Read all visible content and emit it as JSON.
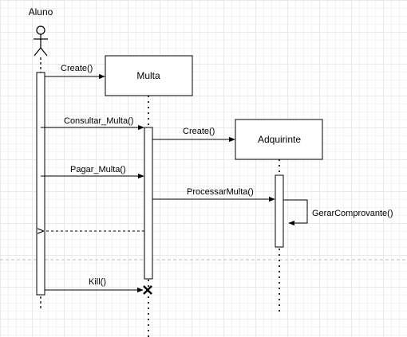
{
  "diagram": {
    "actor": {
      "name": "Aluno"
    },
    "participants": [
      {
        "id": "multa",
        "label": "Multa"
      },
      {
        "id": "adquirinte",
        "label": "Adquirinte"
      }
    ],
    "messages": [
      {
        "id": "create-multa",
        "label": "Create()",
        "from": "aluno",
        "to": "multa"
      },
      {
        "id": "consultar-multa",
        "label": "Consultar_Multa()",
        "from": "aluno",
        "to": "multa"
      },
      {
        "id": "create-adquirinte",
        "label": "Create()",
        "from": "multa",
        "to": "adquirinte"
      },
      {
        "id": "pagar-multa",
        "label": "Pagar_Multa()",
        "from": "aluno",
        "to": "multa"
      },
      {
        "id": "processar-multa",
        "label": "ProcessarMulta()",
        "from": "multa",
        "to": "adquirinte"
      },
      {
        "id": "gerar-comprovante",
        "label": "GerarComprovante()",
        "from": "adquirinte",
        "to": "adquirinte"
      },
      {
        "id": "return-aluno",
        "label": "",
        "from": "multa",
        "to": "aluno",
        "kind": "return"
      },
      {
        "id": "kill",
        "label": "Kill()",
        "from": "aluno",
        "to": "multa",
        "kind": "destroy"
      }
    ],
    "colors": {
      "line": "#000000",
      "background": "#ffffff",
      "grid": "#e8e8e8",
      "separator": "#bbbbbb"
    }
  }
}
